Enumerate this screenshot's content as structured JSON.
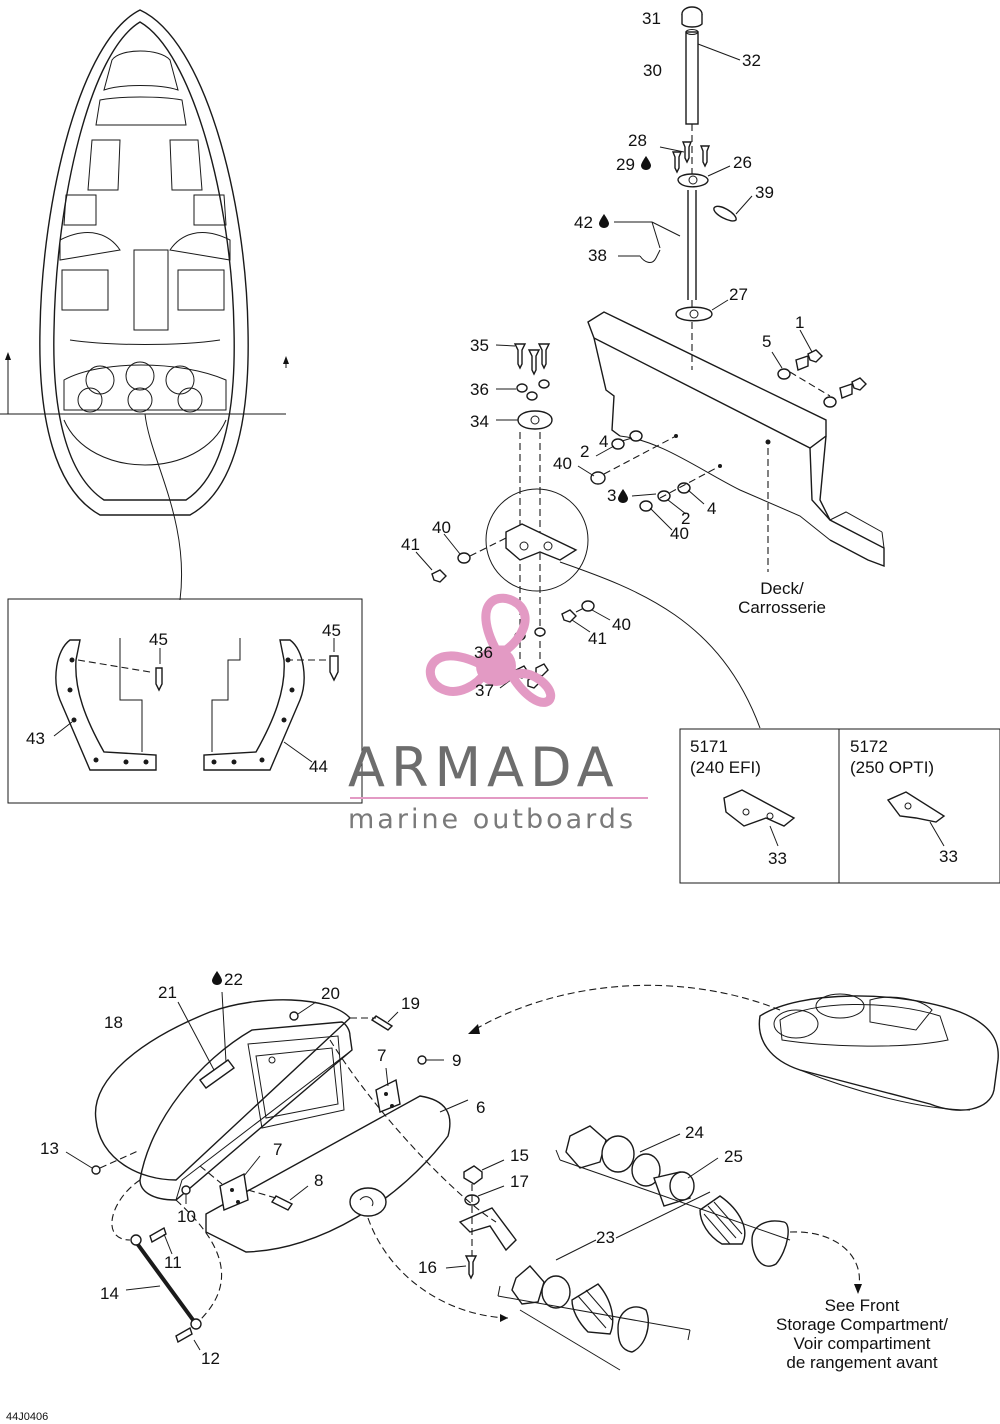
{
  "diagram": {
    "part_labels": [
      {
        "id": "p31",
        "text": "31"
      },
      {
        "id": "p30",
        "text": "30"
      },
      {
        "id": "p32",
        "text": "32"
      },
      {
        "id": "p28",
        "text": "28"
      },
      {
        "id": "p29",
        "text": "29"
      },
      {
        "id": "p26",
        "text": "26"
      },
      {
        "id": "p39",
        "text": "39"
      },
      {
        "id": "p42",
        "text": "42"
      },
      {
        "id": "p38",
        "text": "38"
      },
      {
        "id": "p27",
        "text": "27"
      },
      {
        "id": "p1",
        "text": "1"
      },
      {
        "id": "p5",
        "text": "5"
      },
      {
        "id": "p35",
        "text": "35"
      },
      {
        "id": "p36a",
        "text": "36"
      },
      {
        "id": "p34",
        "text": "34"
      },
      {
        "id": "p4a",
        "text": "4"
      },
      {
        "id": "p2a",
        "text": "2"
      },
      {
        "id": "p40a",
        "text": "40"
      },
      {
        "id": "p3",
        "text": "3"
      },
      {
        "id": "p2b",
        "text": "2"
      },
      {
        "id": "p4b",
        "text": "4"
      },
      {
        "id": "p40b",
        "text": "40"
      },
      {
        "id": "p40c",
        "text": "40"
      },
      {
        "id": "p41a",
        "text": "41"
      },
      {
        "id": "p40d",
        "text": "40"
      },
      {
        "id": "p41b",
        "text": "41"
      },
      {
        "id": "p36b",
        "text": "36"
      },
      {
        "id": "p37",
        "text": "37"
      },
      {
        "id": "p45a",
        "text": "45"
      },
      {
        "id": "p45b",
        "text": "45"
      },
      {
        "id": "p43",
        "text": "43"
      },
      {
        "id": "p44",
        "text": "44"
      },
      {
        "id": "p33a",
        "text": "33"
      },
      {
        "id": "p33b",
        "text": "33"
      },
      {
        "id": "p22",
        "text": "22"
      },
      {
        "id": "p21",
        "text": "21"
      },
      {
        "id": "p20",
        "text": "20"
      },
      {
        "id": "p19",
        "text": "19"
      },
      {
        "id": "p18",
        "text": "18"
      },
      {
        "id": "p7a",
        "text": "7"
      },
      {
        "id": "p9",
        "text": "9"
      },
      {
        "id": "p6",
        "text": "6"
      },
      {
        "id": "p13",
        "text": "13"
      },
      {
        "id": "p7b",
        "text": "7"
      },
      {
        "id": "p8",
        "text": "8"
      },
      {
        "id": "p10",
        "text": "10"
      },
      {
        "id": "p15",
        "text": "15"
      },
      {
        "id": "p17",
        "text": "17"
      },
      {
        "id": "p24",
        "text": "24"
      },
      {
        "id": "p25",
        "text": "25"
      },
      {
        "id": "p11",
        "text": "11"
      },
      {
        "id": "p14",
        "text": "14"
      },
      {
        "id": "p23",
        "text": "23"
      },
      {
        "id": "p16",
        "text": "16"
      },
      {
        "id": "p12",
        "text": "12"
      }
    ],
    "deck_note": [
      "Deck/",
      "Carrosserie"
    ],
    "variant_boxes": [
      {
        "code": "5171",
        "engine": "(240 EFI)",
        "part": "33"
      },
      {
        "code": "5172",
        "engine": "(250 OPTI)",
        "part": "33"
      }
    ],
    "storage_note": [
      "See Front",
      "Storage Compartment/",
      "Voir compartiment",
      "de rangement avant"
    ],
    "drawing_code": "44J0406"
  },
  "watermark": {
    "brand": "ARMADA",
    "tagline": "marine outboards",
    "colors": {
      "pink": "#e39ac4",
      "gray": "#6d6d6d"
    }
  },
  "icons": {
    "oil_drop": "oil-drop-icon"
  }
}
